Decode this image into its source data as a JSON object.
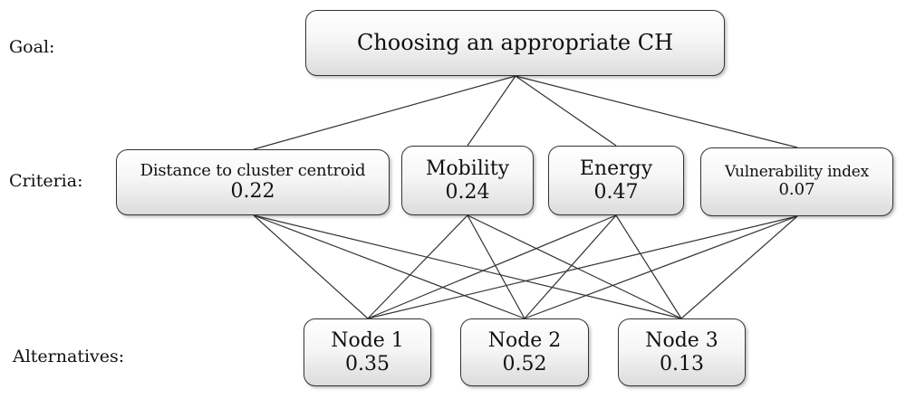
{
  "levels": {
    "goal_label": "Goal:",
    "criteria_label": "Criteria:",
    "alternatives_label": "Alternatives:"
  },
  "goal": {
    "name": "Choosing an appropriate CH"
  },
  "criteria": [
    {
      "name": "Distance to cluster centroid",
      "weight": "0.22"
    },
    {
      "name": "Mobility",
      "weight": "0.24"
    },
    {
      "name": "Energy",
      "weight": "0.47"
    },
    {
      "name": "Vulnerability index",
      "weight": "0.07"
    }
  ],
  "alternatives": [
    {
      "name": "Node 1",
      "weight": "0.35"
    },
    {
      "name": "Node 2",
      "weight": "0.52"
    },
    {
      "name": "Node 3",
      "weight": "0.13"
    }
  ],
  "colors": {
    "box_border": "#333333",
    "connector": "#333333",
    "box_fill_top": "#ffffff",
    "box_fill_bottom": "#dcdcdc"
  }
}
